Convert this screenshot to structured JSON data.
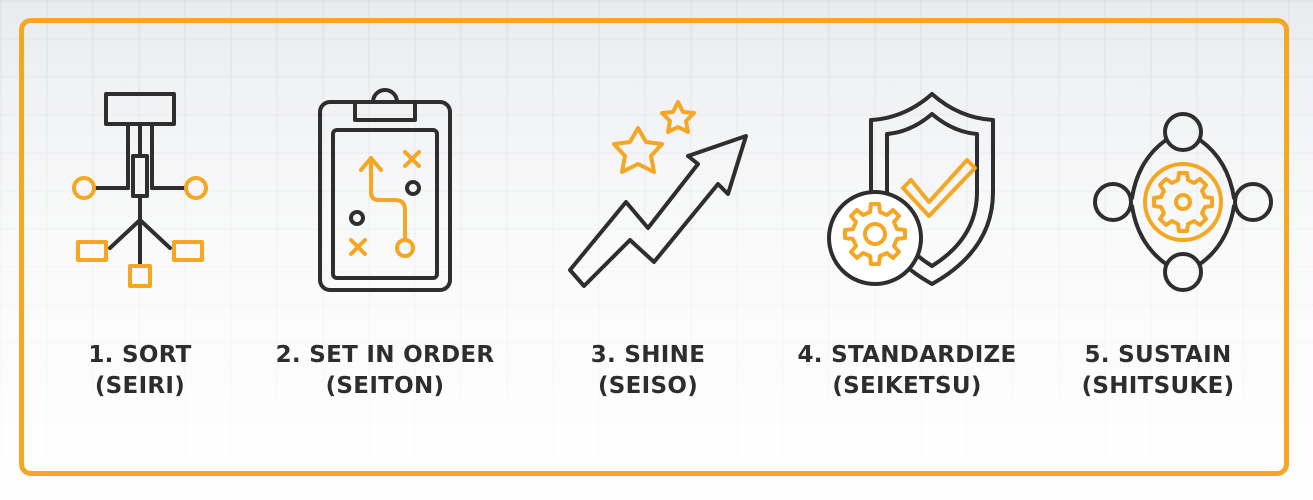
{
  "colors": {
    "accent": "#f5a623",
    "dark": "#2e2e2e",
    "text": "#2d2d2d"
  },
  "steps": [
    {
      "icon": "hierarchy-icon",
      "title": "1. SORT",
      "subtitle": "(SEIRI)"
    },
    {
      "icon": "clipboard-plan-icon",
      "title": "2. SET IN ORDER",
      "subtitle": "(SEITON)"
    },
    {
      "icon": "trend-stars-icon",
      "title": "3. SHINE",
      "subtitle": "(SEISO)"
    },
    {
      "icon": "shield-check-gear-icon",
      "title": "4. STANDARDIZE",
      "subtitle": "(SEIKETSU)"
    },
    {
      "icon": "gear-cycle-icon",
      "title": "5. SUSTAIN",
      "subtitle": "(SHITSUKE)"
    }
  ]
}
